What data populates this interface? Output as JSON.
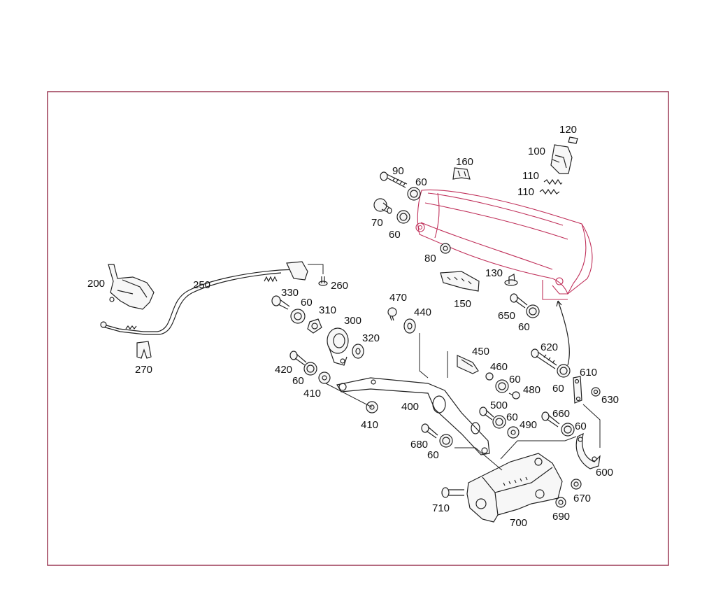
{
  "frame_color": "#8b1a3a",
  "accent_color": "#c0305a",
  "parts": [
    {
      "id": "p90",
      "label": "90"
    },
    {
      "id": "p60a",
      "label": "60"
    },
    {
      "id": "p160",
      "label": "160"
    },
    {
      "id": "p120",
      "label": "120"
    },
    {
      "id": "p100",
      "label": "100"
    },
    {
      "id": "p110a",
      "label": "110"
    },
    {
      "id": "p110b",
      "label": "110"
    },
    {
      "id": "p70",
      "label": "70"
    },
    {
      "id": "p60b",
      "label": "60"
    },
    {
      "id": "p80",
      "label": "80"
    },
    {
      "id": "p130",
      "label": "130"
    },
    {
      "id": "p150",
      "label": "150"
    },
    {
      "id": "p650",
      "label": "650"
    },
    {
      "id": "p60c",
      "label": "60"
    },
    {
      "id": "p200",
      "label": "200"
    },
    {
      "id": "p250",
      "label": "250"
    },
    {
      "id": "p260",
      "label": "260"
    },
    {
      "id": "p330",
      "label": "330"
    },
    {
      "id": "p60d",
      "label": "60"
    },
    {
      "id": "p310",
      "label": "310"
    },
    {
      "id": "p470",
      "label": "470"
    },
    {
      "id": "p440",
      "label": "440"
    },
    {
      "id": "p300",
      "label": "300"
    },
    {
      "id": "p320",
      "label": "320"
    },
    {
      "id": "p270",
      "label": "270"
    },
    {
      "id": "p450",
      "label": "450"
    },
    {
      "id": "p620",
      "label": "620"
    },
    {
      "id": "p420",
      "label": "420"
    },
    {
      "id": "p60e",
      "label": "60"
    },
    {
      "id": "p410a",
      "label": "410"
    },
    {
      "id": "p460",
      "label": "460"
    },
    {
      "id": "p60f",
      "label": "60"
    },
    {
      "id": "p480",
      "label": "480"
    },
    {
      "id": "p610",
      "label": "610"
    },
    {
      "id": "p60g",
      "label": "60"
    },
    {
      "id": "p630",
      "label": "630"
    },
    {
      "id": "p400",
      "label": "400"
    },
    {
      "id": "p410b",
      "label": "410"
    },
    {
      "id": "p500",
      "label": "500"
    },
    {
      "id": "p60h",
      "label": "60"
    },
    {
      "id": "p490",
      "label": "490"
    },
    {
      "id": "p660",
      "label": "660"
    },
    {
      "id": "p60i",
      "label": "60"
    },
    {
      "id": "p680",
      "label": "680"
    },
    {
      "id": "p60j",
      "label": "60"
    },
    {
      "id": "p600",
      "label": "600"
    },
    {
      "id": "p670",
      "label": "670"
    },
    {
      "id": "p710",
      "label": "710"
    },
    {
      "id": "p700",
      "label": "700"
    },
    {
      "id": "p690",
      "label": "690"
    }
  ]
}
